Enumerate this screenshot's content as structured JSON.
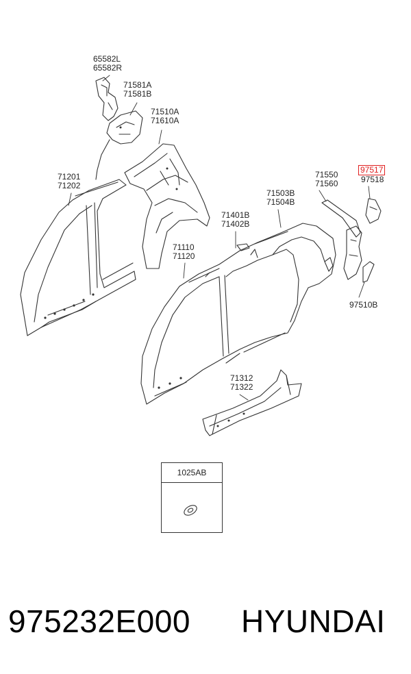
{
  "callouts": {
    "c65582": [
      "65582L",
      "65582R"
    ],
    "c71581": [
      "71581A",
      "71581B"
    ],
    "c71510": [
      "71510A",
      "71610A"
    ],
    "c71201": [
      "71201",
      "71202"
    ],
    "c71550": [
      "71550",
      "71560"
    ],
    "c97517": "97517",
    "c97518": "97518",
    "c71503": [
      "71503B",
      "71504B"
    ],
    "c71401": [
      "71401B",
      "71402B"
    ],
    "c71110": [
      "71110",
      "71120"
    ],
    "c97510": "97510B",
    "c71312": [
      "71312",
      "71322"
    ]
  },
  "inset": {
    "label": "1025AB"
  },
  "footer": {
    "part_number": "975232E000",
    "brand": "HYUNDAI"
  },
  "colors": {
    "highlight": "#e02020",
    "line": "#333333"
  }
}
